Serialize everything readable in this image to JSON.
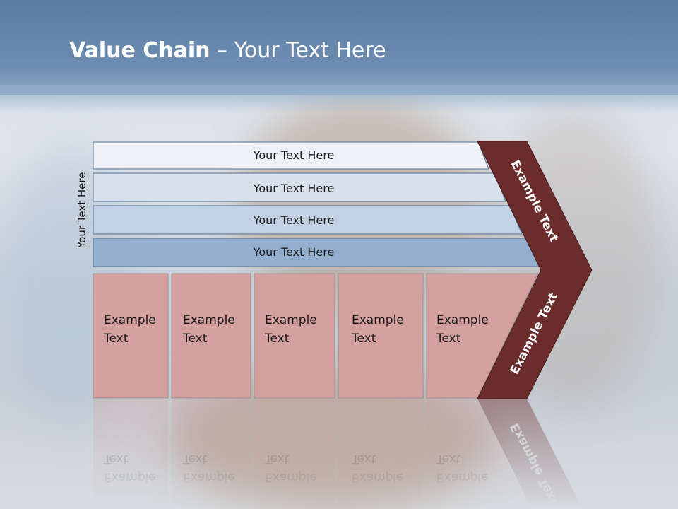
{
  "title": {
    "bold": "Value Chain",
    "rest": " – Your Text Here"
  },
  "side_label": "Your Text Here",
  "support_bars": [
    {
      "label": "Your Text Here"
    },
    {
      "label": "Your Text Here"
    },
    {
      "label": "Your Text Here"
    },
    {
      "label": "Your Text Here"
    }
  ],
  "primary_activities": [
    {
      "line1": "Example",
      "line2": "Text"
    },
    {
      "line1": "Example",
      "line2": "Text"
    },
    {
      "line1": "Example",
      "line2": "Text"
    },
    {
      "line1": "Example",
      "line2": "Text"
    },
    {
      "line1": "Example",
      "line2": "Text"
    }
  ],
  "chevron": {
    "top_label": "Example Text",
    "bottom_label": "Example Text"
  },
  "colors": {
    "bar1": "#eef2f8",
    "bar2": "#d7e0eb",
    "bar3": "#c2d1e3",
    "bar4": "#93aecf",
    "activity": "#d4a09f",
    "chevron": "#6b2c2c"
  }
}
